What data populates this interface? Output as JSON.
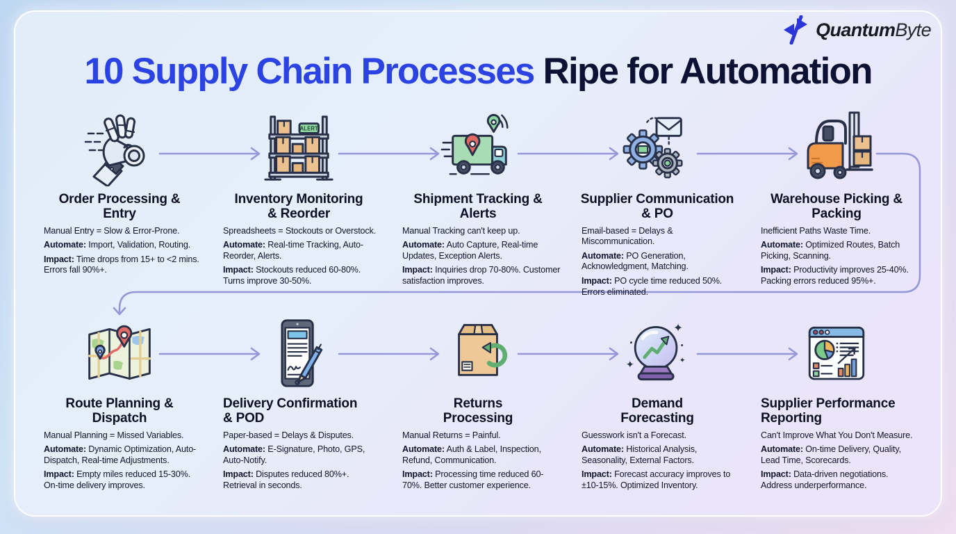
{
  "brand": {
    "logo_icon": "quantumbyte-logo-icon",
    "name_bold": "Quantum",
    "name_light": "Byte"
  },
  "title": {
    "highlight": "10 Supply Chain Processes",
    "rest": "Ripe for Automation"
  },
  "colors": {
    "title_highlight": "#2c43e4",
    "title_dark": "#0d1133",
    "arrow": "#9597d9",
    "logo_blue": "#2b35d8",
    "body_text": "#10132b"
  },
  "icon_labels": {
    "inventory_alert_tag": "ALERT"
  },
  "processes": [
    {
      "icon": "robot-hand-icon",
      "title": "Order Processing &\nEntry",
      "problem": "Manual Entry = Slow & Error-Prone.",
      "automate_label": "Automate:",
      "automate": " Import, Validation, Routing.",
      "impact_label": "Impact:",
      "impact": " Time drops from 15+ to <2 mins. Errors fall 90%+."
    },
    {
      "icon": "inventory-shelf-icon",
      "title": "Inventory Monitoring\n& Reorder",
      "problem": "Spreadsheets = Stockouts or Overstock.",
      "automate_label": "Automate:",
      "automate": " Real-time Tracking, Auto-Reorder, Alerts.",
      "impact_label": "Impact:",
      "impact": " Stockouts reduced 60-80%. Turns improve 30-50%."
    },
    {
      "icon": "delivery-truck-icon",
      "title": "Shipment Tracking &\nAlerts",
      "problem": "Manual Tracking can't keep up.",
      "automate_label": "Automate:",
      "automate": " Auto Capture, Real-time Updates, Exception Alerts.",
      "impact_label": "Impact:",
      "impact": " Inquiries drop 70-80%. Customer satisfaction improves."
    },
    {
      "icon": "gears-envelope-icon",
      "title": "Supplier Communication\n& PO",
      "problem": "Email-based = Delays & Miscommunication.",
      "automate_label": "Automate:",
      "automate": " PO Generation, Acknowledgment, Matching.",
      "impact_label": "Impact:",
      "impact": " PO cycle time reduced 50%. Errors eliminated."
    },
    {
      "icon": "forklift-icon",
      "title": "Warehouse Picking &\nPacking",
      "problem": "Inefficient Paths Waste Time.",
      "automate_label": "Automate:",
      "automate": " Optimized Routes, Batch Picking, Scanning.",
      "impact_label": "Impact:",
      "impact": " Productivity improves 25-40%. Packing errors reduced 95%+."
    },
    {
      "icon": "map-route-icon",
      "title": "Route Planning &\nDispatch",
      "problem": "Manual Planning = Missed Variables.",
      "automate_label": "Automate:",
      "automate": " Dynamic Optimization, Auto-Dispatch, Real-time Adjustments.",
      "impact_label": "Impact:",
      "impact": " Empty miles reduced 15-30%. On-time delivery improves."
    },
    {
      "icon": "tablet-signature-icon",
      "title": "Delivery Confirmation\n& POD",
      "problem": "Paper-based = Delays & Disputes.",
      "automate_label": "Automate:",
      "automate": " E-Signature, Photo, GPS, Auto-Notify.",
      "impact_label": "Impact:",
      "impact": " Disputes reduced 80%+. Retrieval in seconds."
    },
    {
      "icon": "returns-box-icon",
      "title": "Returns\nProcessing",
      "problem": "Manual Returns = Painful.",
      "automate_label": "Automate:",
      "automate": " Auth & Label, Inspection, Refund, Communication.",
      "impact_label": "Impact:",
      "impact": " Processing time reduced 60-70%. Better customer experience."
    },
    {
      "icon": "crystal-ball-icon",
      "title": "Demand\nForecasting",
      "problem": "Guesswork isn't a Forecast.",
      "automate_label": "Automate:",
      "automate": " Historical Analysis, Seasonality, External Factors.",
      "impact_label": "Impact:",
      "impact": " Forecast accuracy improves to ±10-15%. Optimized Inventory."
    },
    {
      "icon": "report-charts-icon",
      "title": "Supplier Performance\nReporting",
      "problem": "Can't Improve What You Don't Measure.",
      "automate_label": "Automate:",
      "automate": " On-time Delivery, Quality, Lead Time, Scorecards.",
      "impact_label": "Impact:",
      "impact": " Data-driven negotiations. Address underperformance."
    }
  ]
}
